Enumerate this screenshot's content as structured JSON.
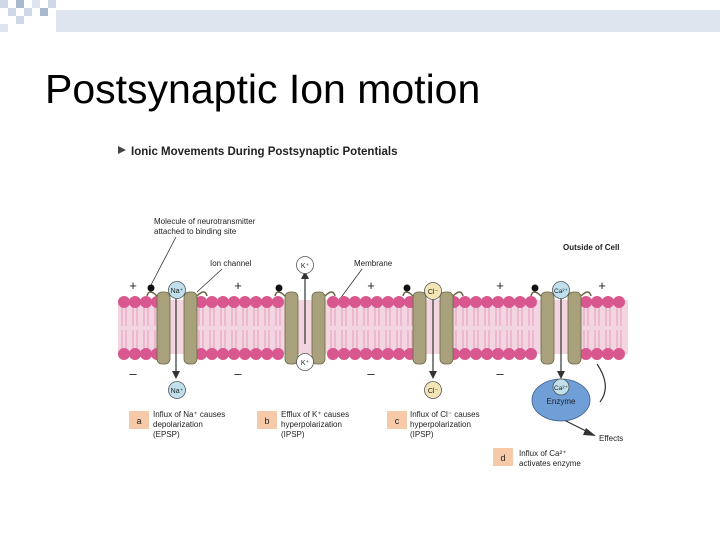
{
  "slide": {
    "title": "Postsynaptic Ion motion"
  },
  "figure": {
    "heading": "Ionic Movements During Postsynaptic Potentials",
    "outside_label": "Outside of Cell",
    "label_neurotransmitter_1": "Molecule of neurotransmitter",
    "label_neurotransmitter_2": "attached to binding site",
    "label_ion_channel": "Ion channel",
    "label_membrane": "Membrane",
    "ions": {
      "na": "Na⁺",
      "k": "K⁺",
      "cl": "Cl⁻",
      "ca": "Ca²⁺"
    },
    "plus": "+",
    "minus": "–",
    "enzyme": "Enzyme",
    "effects": "Effects",
    "panels": [
      {
        "letter": "a",
        "lines": [
          "Influx of Na⁺ causes",
          "depolarization",
          "(EPSP)"
        ]
      },
      {
        "letter": "b",
        "lines": [
          "Efflux of K⁺ causes",
          "hyperpolarization",
          "(IPSP)"
        ]
      },
      {
        "letter": "c",
        "lines": [
          "Influx of Cl⁻ causes",
          "hyperpolarization",
          "(IPSP)"
        ]
      },
      {
        "letter": "d",
        "lines": [
          "Influx of Ca²⁺",
          "activates enzyme"
        ]
      }
    ],
    "colors": {
      "lipid_head": "#d9578f",
      "lipid_tail": "#e7a8c3",
      "membrane_band": "#f3d4e1",
      "channel": "#a9a17b",
      "channel_edge": "#6b6646",
      "ion_fill": "#bfe0ec",
      "enzyme_fill": "#6f9fd6",
      "panel_box": "#f6c9a8",
      "corner_blue": "#cfd8e6"
    }
  }
}
